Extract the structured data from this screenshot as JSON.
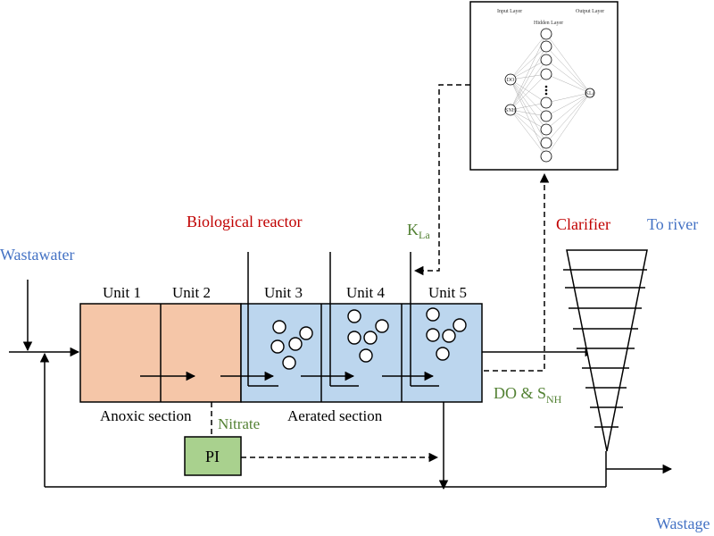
{
  "labels": {
    "wastewater": "Wastawater",
    "biological_reactor": "Biological reactor",
    "unit1": "Unit 1",
    "unit2": "Unit 2",
    "unit3": "Unit 3",
    "unit4": "Unit 4",
    "unit5": "Unit 5",
    "anoxic_section": "Anoxic section",
    "aerated_section": "Aerated section",
    "nitrate": "Nitrate",
    "pi": "PI",
    "kla_main": "K",
    "kla_sub": "La",
    "clarifier": "Clarifier",
    "to_river": "To river",
    "do_snh_main": "DO & S",
    "do_snh_sub": "NH",
    "wastage": "Wastage"
  },
  "nn": {
    "input_layer": "Input Layer",
    "hidden_layer": "Hidden Layer",
    "output_layer": "Output Layer",
    "input_nodes": [
      "DO",
      "SNH"
    ],
    "output_node": "KLa"
  },
  "colors": {
    "anoxic_fill": "#f5c6a8",
    "aerated_fill": "#bcd6ee",
    "pi_fill": "#a9d18e",
    "red_label": "#c00000",
    "blue_label": "#4472c4",
    "green_label": "#548235"
  }
}
